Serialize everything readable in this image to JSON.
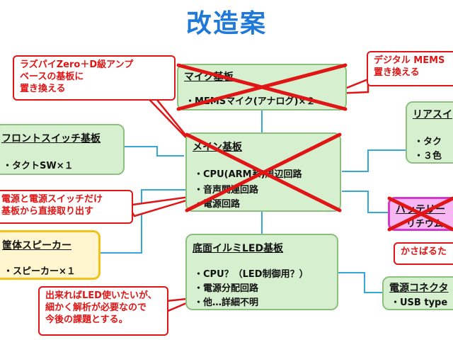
{
  "title": "改造案",
  "boxes": {
    "mic": {
      "title": "マイク基板",
      "lines": [
        "・MEMSマイク(アナログ)×２"
      ]
    },
    "main": {
      "title": "メイン基板",
      "lines": [
        "・CPU(ARM系)周辺回路",
        "・音声関連回路",
        "・電源回路"
      ]
    },
    "front": {
      "title": "フロントスイッチ基板",
      "lines": [
        "・タクトSW×１"
      ]
    },
    "speaker": {
      "title": "筐体スピーカー",
      "lines": [
        "・スピーカー×１"
      ]
    },
    "bottom": {
      "title": "底面イルミLED基板",
      "lines": [
        "・CPU？（LED制御用？）",
        "・電源分配回路",
        "・他…詳細不明"
      ]
    },
    "rear": {
      "title": "リアスイ",
      "lines": [
        "・タク",
        "・３色"
      ]
    },
    "battery": {
      "title": "バッテリー",
      "lines": [
        "・リチウム"
      ]
    },
    "power": {
      "title": "電源コネクタ",
      "lines": [
        "・USB type"
      ]
    }
  },
  "callouts": {
    "raspi": [
      "ラズパイZero＋D級アンプ",
      "ベースの基板に",
      "置き換える"
    ],
    "digital": [
      "デジタル MEMS",
      "置き換える"
    ],
    "power_switch": [
      "電源と電源スイッチだけ",
      "基板から直接取り出す"
    ],
    "bulky": [
      "かさばるた"
    ],
    "led": [
      "出来ればLED使いたいが、",
      "細かく解析が必要なので",
      "今後の課題とする。"
    ]
  },
  "colors": {
    "title": "#1f79d8",
    "cross": "#e01515",
    "connector": "#35a7d8"
  }
}
